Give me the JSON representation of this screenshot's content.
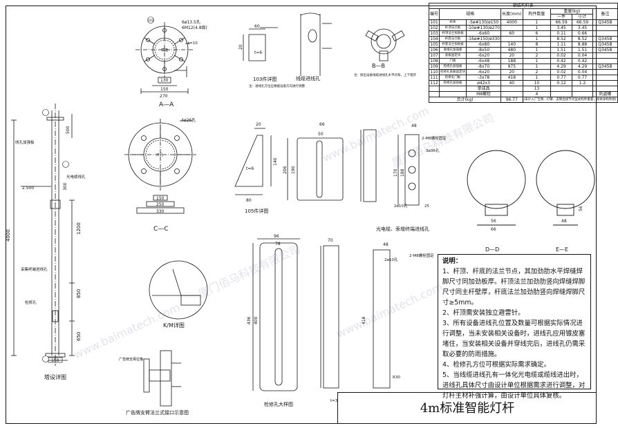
{
  "title": "4m标准智能灯杆",
  "watermarks": [
    "厦门佰马科技有限公司",
    "www.baimatech.com",
    "厦门佰马科技有限公司",
    "www.baimatech.com",
    "www.baimatech.com"
  ],
  "table": {
    "caption": "钢结构料表",
    "headers": {
      "no": "编号",
      "spec": "规格",
      "length": "长度(mm)",
      "count": "构件数量",
      "weight": "重量(kg)",
      "w_single": "一件",
      "w_total": "小计",
      "remark": "备注"
    },
    "rows": [
      {
        "no": "101",
        "name": "杆体",
        "spec": "-5ø#130/ø150",
        "length": "4000",
        "count": "1",
        "w1": "66.59",
        "w2": "66.59",
        "remark": "Q345B"
      },
      {
        "no": "102",
        "name": "杆顶法兰板",
        "spec": "-10ø#130/ø270",
        "length": "",
        "count": "1",
        "w1": "3.45",
        "w2": "3.45",
        "remark": ""
      },
      {
        "no": "103",
        "name": "杆顶法兰加劲板",
        "spec": "-6x60",
        "length": "60",
        "count": "6",
        "w1": "0.11",
        "w2": "0.66",
        "remark": ""
      },
      {
        "no": "104",
        "name": "杆底法兰板",
        "spec": "-16ø#150/ø330",
        "length": "",
        "count": "1",
        "w1": "8.52",
        "w2": "8.52",
        "remark": "Q345B"
      },
      {
        "no": "105",
        "name": "杆底法兰加劲板",
        "spec": "-6x80",
        "length": "140",
        "count": "8",
        "w1": "1.11",
        "w2": "8.88",
        "remark": "Q345B"
      },
      {
        "no": "106",
        "name": "进线孔加强板",
        "spec": "-8x50",
        "length": "480",
        "count": "1",
        "w1": "1.51",
        "w2": "1.51",
        "remark": "Q345B"
      },
      {
        "no": "107",
        "name": "盖板固定块",
        "spec": "-6x20",
        "length": "20",
        "count": "2",
        "w1": "0.02",
        "w2": "0.04",
        "remark": ""
      },
      {
        "no": "108",
        "name": "门板",
        "spec": "-6x48",
        "length": "188",
        "count": "1",
        "w1": "0.42",
        "w2": "0.42",
        "remark": ""
      },
      {
        "no": "109",
        "name": "检修孔加强板",
        "spec": "-8x70",
        "length": "975",
        "count": "1",
        "w1": "4.29",
        "w2": "4.29",
        "remark": "Q345B"
      },
      {
        "no": "110",
        "name": "检修孔盖板固定块",
        "spec": "-6x20",
        "length": "20",
        "count": "2",
        "w1": "0.02",
        "w2": "0.04",
        "remark": ""
      },
      {
        "no": "111",
        "name": "检修孔门板",
        "spec": "-3x78",
        "length": "418",
        "count": "1",
        "w1": "0.77",
        "w2": "0.77",
        "remark": ""
      },
      {
        "no": "112",
        "name": "检修孔加劲板",
        "spec": "ø42x3",
        "length": "40",
        "count": "10",
        "w1": "0.12",
        "w2": "1.2",
        "remark": ""
      },
      {
        "no": "",
        "name": "",
        "spec": "单成品",
        "length": "",
        "count": "13",
        "w1": "",
        "w2": "",
        "remark": ""
      },
      {
        "no": "",
        "name": "",
        "spec": "M8螺栓",
        "length": "",
        "count": "4",
        "w1": "",
        "w2": "",
        "remark": "防盗螺"
      }
    ],
    "total_label": "合计(kg)",
    "total_value": "96.77",
    "footnote": "(未计入广告牌、灯臂、支臂连接节点型式构件重量，具体详构件图)"
  },
  "notes": {
    "heading": "说明：",
    "items": [
      "1、杆顶、杆底的法兰节点，其加劲肋水平焊缝焊脚尺寸同加劲板厚。杆顶法兰加劲肋竖向焊缝焊脚尺寸同主杆壁厚，杆底法兰加劲肋竖向焊缝焊脚尺寸≥5mm。",
      "2、杆顶需安装独立避雷针。",
      "3、所有设备进线孔位置及数量可根据实际情况进行调整，当未安装相关设备时，进线孔应用镀皮塞堵住，当安装相关设备并穿线完后，进线孔仍需采取必要的防雨措施。",
      "4、检修孔方位可根据实际需求确定。",
      "5、当线缆进线孔有一体化光电缆或缆线进出时，进线孔具体尺寸由设计单位根据需求进行调整，对灯杆主材补强计算，由设计单位具体复核。"
    ]
  },
  "views": {
    "aa": "A—A",
    "cc": "C—C",
    "bb": "B—B",
    "dd": "D—D",
    "ee": "E—E",
    "km": "K/M详图",
    "pole_detail": "塔设详图",
    "ad_sketch": "广告牌支臂法兰式接口示意图",
    "access_hole": "检修孔大样图",
    "cable_hole": "线缆进线孔",
    "part103": "103件详图",
    "part105": "105件详图",
    "fiber_label": "光电缆、汞增终端进线孔",
    "bolt_note": "6ø13.5孔\n6M12(4.8级)",
    "note_small": "注：进线孔方位应根据设备方向进行调整",
    "bb_note": "注：接出设备线缆进线孔水平均布，上下错开"
  },
  "dims": {
    "aa_130": "130",
    "aa_150": "150",
    "aa_270": "270",
    "aa_t10": "t=10",
    "cc_150": "150",
    "cc_250": "250",
    "cc_330": "330",
    "cc_holes": "4ø26孔",
    "h_total": "4000",
    "h_1200": "1200",
    "h_850": "850",
    "h_650": "650",
    "h_2500": "2.500",
    "h_300": "300",
    "h_500": "500",
    "p103_60": "60",
    "p103_20": "20",
    "p103_t6": "t=6",
    "p105_80": "80",
    "p105_140": "140",
    "p105_t6": "t=6",
    "p105_20": "20",
    "c_66": "66",
    "c_50": "50",
    "c_206": "206",
    "c_190": "190",
    "c_170": "170",
    "c_188": "188",
    "c_48": "48",
    "c_20": "20",
    "c_25": "25",
    "c_bolt": "2-M8螺栓固定",
    "c_3x36": "3ø36孔",
    "c_2x10": "2ø10孔",
    "d_56": "56",
    "d_66": "66",
    "e_48": "48",
    "e_56": "56",
    "a_96": "96",
    "a_78": "78",
    "a_70": "70",
    "a_436": "436",
    "a_400": "400",
    "a_418": "418",
    "a_415": "400",
    "a_bolt": "2-M8螺栓固定",
    "a_2x10": "2ø10孔",
    "a_t3": "t=3",
    "a_r30": "R30",
    "lamp_label": "光电缆线孔",
    "pole_label2": "检修孔",
    "ad_label": "广告牌支臂拉箍"
  }
}
